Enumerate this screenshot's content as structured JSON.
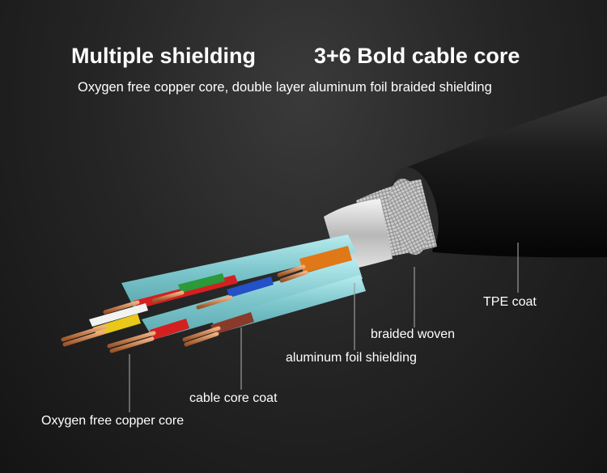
{
  "headline": {
    "left": "Multiple shielding",
    "right": "3+6  Bold cable core"
  },
  "subtitle": "Oxygen free copper core, double layer aluminum foil braided shielding",
  "callouts": {
    "tpe_coat": "TPE coat",
    "braided_woven": "braided woven",
    "aluminum_foil": "aluminum foil shielding",
    "cable_core_coat": "cable core coat",
    "copper_core": "Oxygen free copper core"
  },
  "colors": {
    "jacket": "#1a1a1a",
    "foil": "#d8d8d8",
    "core_coat": "#86cdd3",
    "copper": "#c87a4a",
    "wire_red": "#d42020",
    "wire_green": "#2a9a3a",
    "wire_blue": "#2450c8",
    "wire_yellow": "#e8c818",
    "wire_brown": "#8a3a2a",
    "wire_orange": "#e07818"
  }
}
